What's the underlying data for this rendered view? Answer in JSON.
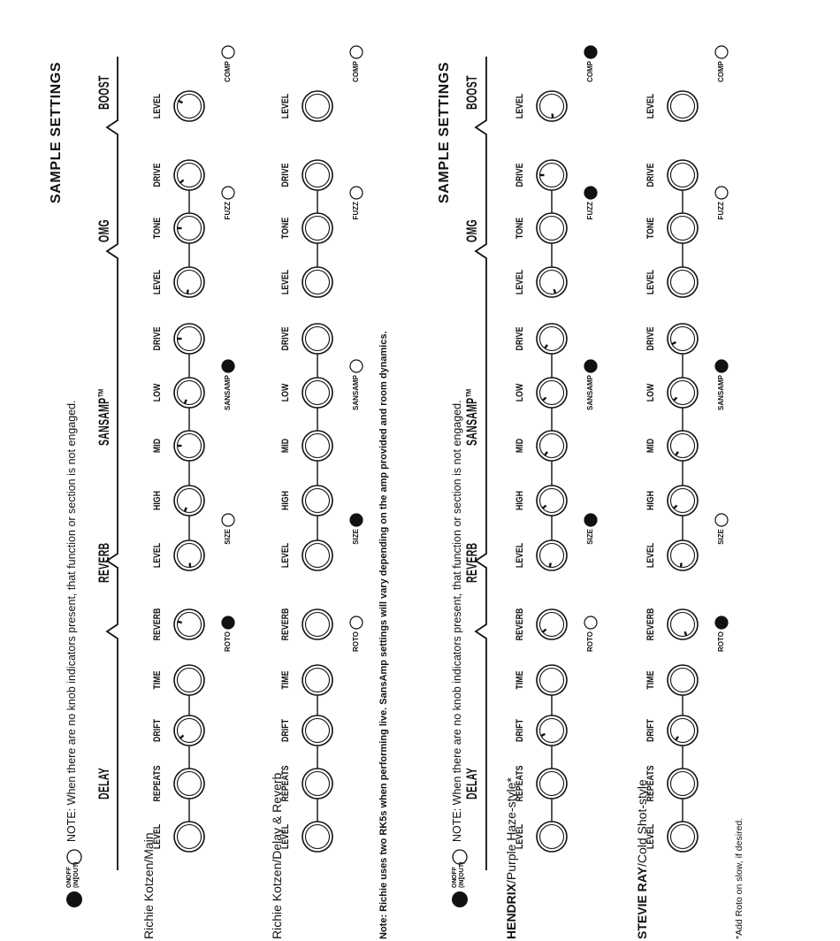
{
  "legend": {
    "on": "ON",
    "on_sub": "(IN)",
    "off": "OFF",
    "off_sub": "(OUT)"
  },
  "sheets": [
    {
      "title": "SAMPLE SETTINGS",
      "note": "NOTE: When there are no knob indicators present, that function or section is not engaged.",
      "sections": [
        "DELAY",
        "REVERB",
        "SANSAMP™",
        "OMG",
        "BOOST"
      ],
      "knob_labels": [
        "LEVEL",
        "REPEATS",
        "DRIFT",
        "TIME",
        "REVERB",
        "LEVEL",
        "HIGH",
        "MID",
        "LOW",
        "DRIVE",
        "LEVEL",
        "TONE",
        "DRIVE",
        "LEVEL"
      ],
      "switch_labels": [
        "ROTO",
        "SIZE",
        "SANSAMP",
        "FUZZ",
        "COMP"
      ],
      "presets": [
        {
          "name_bold": "",
          "name": "Richie Kotzen/Main",
          "knobs": [
            null,
            null,
            0.35,
            null,
            0.55,
            0.15,
            0.25,
            0.5,
            0.25,
            0.5,
            0.2,
            0.5,
            0.35,
            0.6
          ],
          "switches": [
            true,
            false,
            true,
            false,
            false
          ]
        },
        {
          "name_bold": "",
          "name": "Richie Kotzen/Delay & Reverb",
          "knobs": [
            null,
            null,
            null,
            null,
            null,
            null,
            null,
            null,
            null,
            null,
            null,
            null,
            null,
            null
          ],
          "switches": [
            false,
            true,
            false,
            false,
            false
          ]
        }
      ],
      "bottom_note": "Note: Richie uses two RK5s when performing live. SansAmp settings will vary depending on the amp provided and room dynamics."
    },
    {
      "title": "SAMPLE SETTINGS",
      "note": "NOTE: When there are no knob indicators present, that function or section is not engaged.",
      "sections": [
        "DELAY",
        "REVERB",
        "SANSAMP™",
        "OMG",
        "BOOST"
      ],
      "knob_labels": [
        "LEVEL",
        "REPEATS",
        "DRIFT",
        "TIME",
        "REVERB",
        "LEVEL",
        "HIGH",
        "MID",
        "LOW",
        "DRIVE",
        "LEVEL",
        "TONE",
        "DRIVE",
        "LEVEL"
      ],
      "switch_labels": [
        "ROTO",
        "SIZE",
        "SANSAMP",
        "FUZZ",
        "COMP"
      ],
      "presets": [
        {
          "name_bold": "HENDRIX",
          "name": "/Purple Haze-style*",
          "knobs": [
            null,
            null,
            0.4,
            null,
            0.35,
            0.2,
            0.35,
            0.3,
            0.35,
            0.3,
            0.1,
            null,
            0.5,
            0.15
          ],
          "switches": [
            false,
            true,
            true,
            true,
            true
          ]
        },
        {
          "name_bold": "STEVIE RAY",
          "name": "/Cold Shot-style",
          "knobs": [
            null,
            null,
            0.3,
            null,
            0.1,
            0.2,
            0.35,
            0.3,
            0.35,
            0.4,
            null,
            null,
            null,
            null
          ],
          "switches": [
            true,
            false,
            true,
            false,
            false
          ]
        }
      ],
      "footnote": "*Add Roto on slow, if desired."
    }
  ]
}
